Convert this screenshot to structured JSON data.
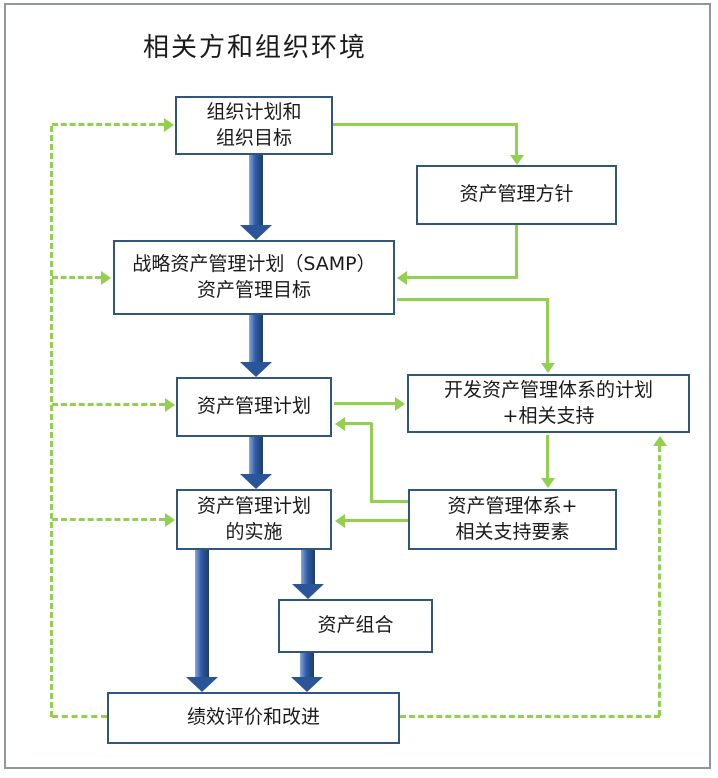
{
  "title": "相关方和组织环境",
  "colors": {
    "box_border": "#31567C",
    "blue_arrow": "#2A5699",
    "green_connector": "#92D050",
    "frame_border": "#8F969E",
    "text": "#1A1A1A",
    "background": "#FFFFFF"
  },
  "boxes": {
    "org_plans": {
      "label": "组织计划和\n组织目标"
    },
    "am_policy": {
      "label": "资产管理方针"
    },
    "samp": {
      "label": "战略资产管理计划（SAMP）\n资产管理目标"
    },
    "am_plans": {
      "label": "资产管理计划"
    },
    "dev_plans": {
      "label": "开发资产管理体系的计划\n+相关支持"
    },
    "implementation": {
      "label": "资产管理计划\n的实施"
    },
    "am_system": {
      "label": "资产管理体系+\n相关支持要素"
    },
    "portfolio": {
      "label": "资产组合"
    },
    "performance": {
      "label": "绩效评价和改进"
    }
  },
  "connections": [
    {
      "from": "org_plans",
      "to": "samp",
      "style": "solid-blue-thick"
    },
    {
      "from": "samp",
      "to": "am_plans",
      "style": "solid-blue-thick"
    },
    {
      "from": "am_plans",
      "to": "implementation",
      "style": "solid-blue-thick"
    },
    {
      "from": "implementation",
      "to": "performance",
      "style": "solid-blue-thick"
    },
    {
      "from": "implementation",
      "to": "portfolio",
      "style": "solid-blue-thick"
    },
    {
      "from": "portfolio",
      "to": "performance",
      "style": "solid-blue-thick"
    },
    {
      "from": "org_plans",
      "to": "am_policy",
      "style": "solid-green"
    },
    {
      "from": "am_policy",
      "to": "samp",
      "style": "solid-green"
    },
    {
      "from": "samp",
      "to": "dev_plans",
      "style": "solid-green"
    },
    {
      "from": "am_plans",
      "to": "dev_plans",
      "style": "solid-green"
    },
    {
      "from": "dev_plans",
      "to": "am_system",
      "style": "solid-green"
    },
    {
      "from": "am_system",
      "to": "am_plans",
      "style": "solid-green"
    },
    {
      "from": "am_system",
      "to": "implementation",
      "style": "solid-green"
    },
    {
      "from": "performance",
      "to": "org_plans",
      "style": "dashed-green"
    },
    {
      "from": "performance",
      "to": "samp",
      "style": "dashed-green"
    },
    {
      "from": "performance",
      "to": "am_plans",
      "style": "dashed-green"
    },
    {
      "from": "performance",
      "to": "implementation",
      "style": "dashed-green"
    },
    {
      "from": "performance",
      "to": "dev_plans",
      "style": "dashed-green"
    }
  ]
}
